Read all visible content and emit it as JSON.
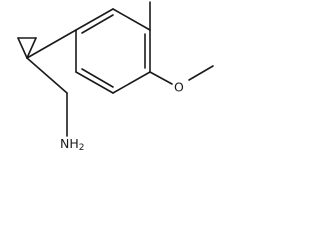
{
  "structure": {
    "atom_labels": {
      "oxygen": "O",
      "amine": "NH2",
      "amine_element": "N",
      "amine_hydrogen": "H",
      "amine_subscript": "2"
    }
  }
}
